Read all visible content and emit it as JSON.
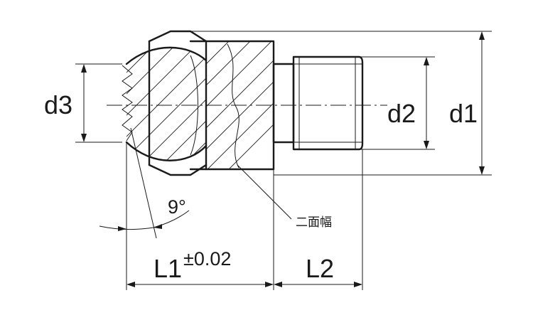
{
  "labels": {
    "d1": "d1",
    "d2": "d2",
    "d3": "d3",
    "angle": "9°",
    "l1": "L1",
    "l1_tolerance": "±0.02",
    "l2": "L2",
    "callout": "二面幅"
  }
}
